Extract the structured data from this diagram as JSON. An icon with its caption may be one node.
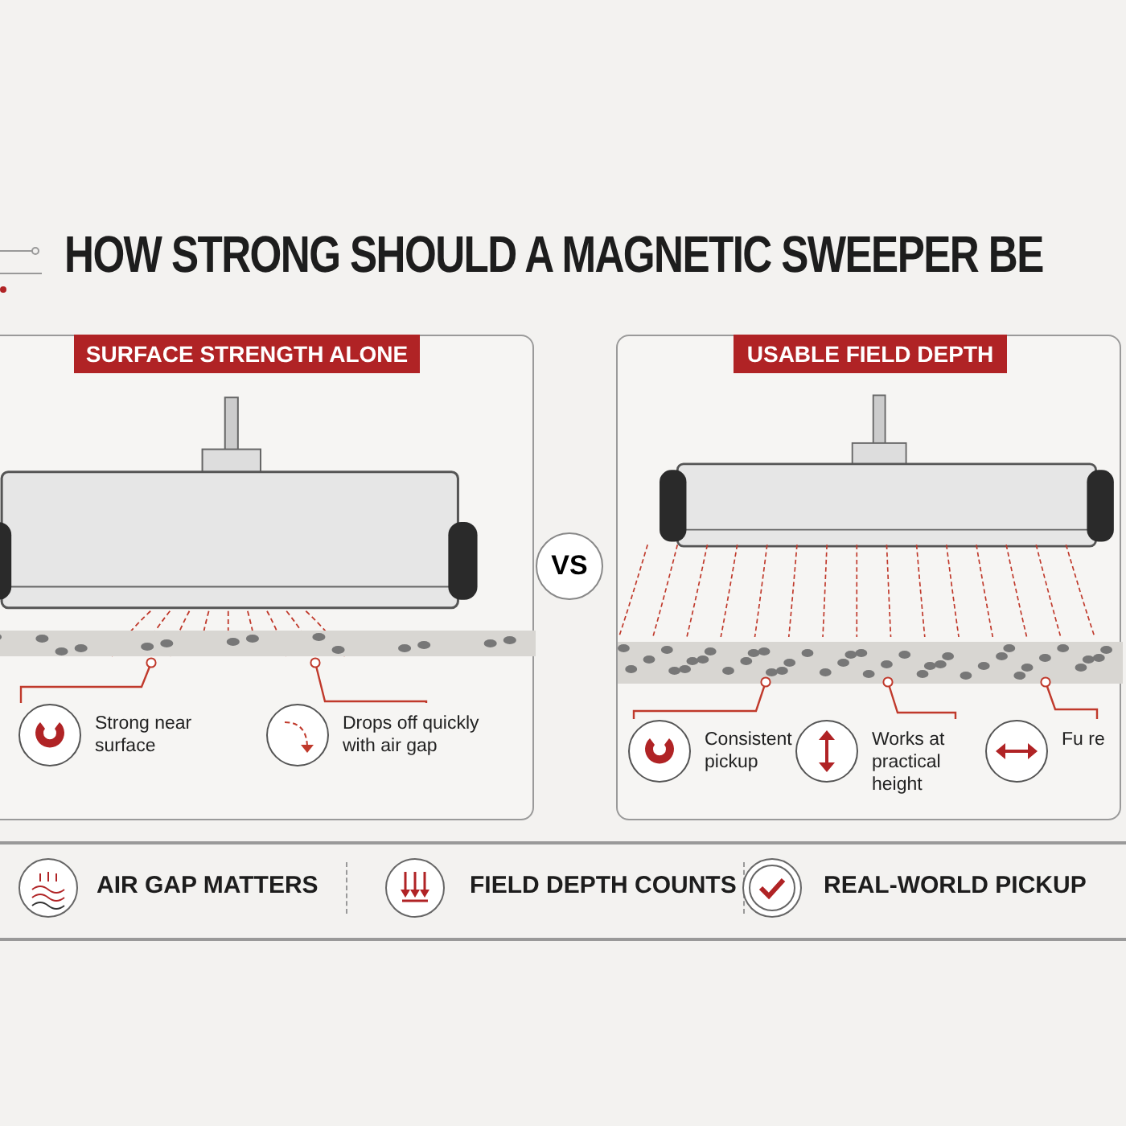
{
  "diagram": {
    "title": "HOW STRONG SHOULD A **MAGNETIC SWEEPER** BE",
    "nodes": [
      {
        "text": [
          "SURFACE STRENGTH ALONE"
        ]
      },
      {
        "text": [
          "Strong near surface"
        ],
        "in": 0
      },
      {
        "text": [
          "Drops off quickly with air gap"
        ],
        "in": 0
      },
      {
        "text": [
          "VS"
        ]
      },
      {
        "text": [
          "USABLE FIELD DEPTH"
        ]
      },
      {
        "text": [
          "Consistent pickup"
        ],
        "in": 4
      },
      {
        "text": [
          "Works at practical height"
        ],
        "in": 4
      },
      {
        "text": [
          "Fu re"
        ],
        "in": 4
      }
    ],
    "edges": [
      {
        "from": 1,
        "to": null,
        "arrow": "other"
      },
      {
        "from": 2,
        "to": null,
        "arrow": "other"
      },
      {
        "from": 5,
        "to": null,
        "arrow": "other"
      },
      {
        "from": 6,
        "to": null,
        "arrow": "other"
      },
      {
        "from": 7,
        "to": null,
        "arrow": "other"
      }
    ],
    "labels": [
      "AIR GAP MATTERS",
      "FIELD DEPTH COUNTS",
      "REAL-WORLD PICKUP"
    ]
  }
}
